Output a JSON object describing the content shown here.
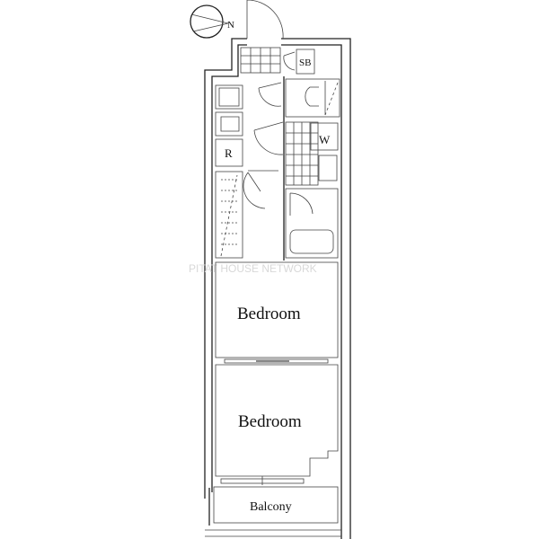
{
  "compass": {
    "label": "N"
  },
  "watermark": "PITAT HOUSE NETWORK",
  "rooms": {
    "storage_label": "SB",
    "refrigerator_label": "R",
    "washer_label": "W",
    "bedroom_1": "Bedroom",
    "bedroom_2": "Bedroom",
    "balcony": "Balcony"
  }
}
